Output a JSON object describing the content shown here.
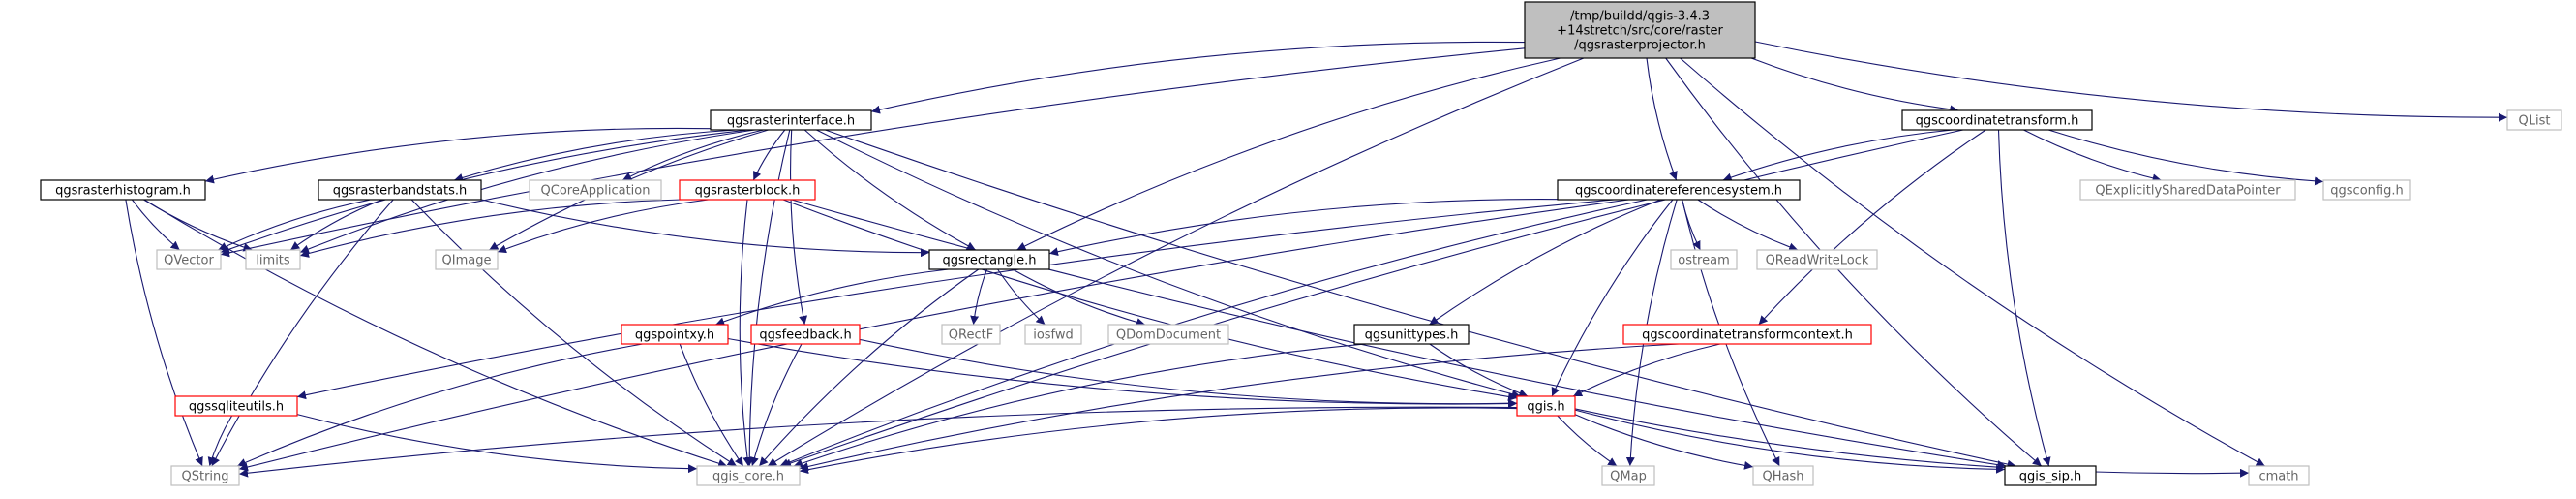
{
  "colors": {
    "edge": "#191970",
    "label_dark": "#000000",
    "label_grey": "#666666",
    "border_black": "#000000",
    "border_red": "#ff0000",
    "border_grey": "#bfbfbf",
    "root_fill": "#bfbfbf"
  },
  "nodes": [
    {
      "id": "root",
      "lines": [
        "/tmp/buildd/qgis-3.4.3",
        "+14stretch/src/core/raster",
        "/qgsrasterprojector.h"
      ],
      "style": "root"
    },
    {
      "id": "rasterinterface",
      "lines": [
        "qgsrasterinterface.h"
      ],
      "style": "black"
    },
    {
      "id": "coordinatetransform",
      "lines": [
        "qgscoordinatetransform.h"
      ],
      "style": "black"
    },
    {
      "id": "qlist",
      "lines": [
        "QList"
      ],
      "style": "grey"
    },
    {
      "id": "rasterhistogram",
      "lines": [
        "qgsrasterhistogram.h"
      ],
      "style": "black"
    },
    {
      "id": "rasterbandstats",
      "lines": [
        "qgsrasterbandstats.h"
      ],
      "style": "black"
    },
    {
      "id": "qcoreapplication",
      "lines": [
        "QCoreApplication"
      ],
      "style": "grey"
    },
    {
      "id": "rasterblock",
      "lines": [
        "qgsrasterblock.h"
      ],
      "style": "red"
    },
    {
      "id": "crs",
      "lines": [
        "qgscoordinatereferencesystem.h"
      ],
      "style": "black"
    },
    {
      "id": "qexplicitly",
      "lines": [
        "QExplicitlySharedDataPointer"
      ],
      "style": "grey"
    },
    {
      "id": "qgsconfig",
      "lines": [
        "qgsconfig.h"
      ],
      "style": "grey"
    },
    {
      "id": "qvector",
      "lines": [
        "QVector"
      ],
      "style": "grey"
    },
    {
      "id": "limits",
      "lines": [
        "limits"
      ],
      "style": "grey"
    },
    {
      "id": "qimage",
      "lines": [
        "QImage"
      ],
      "style": "grey"
    },
    {
      "id": "rectangle",
      "lines": [
        "qgsrectangle.h"
      ],
      "style": "black"
    },
    {
      "id": "ostream",
      "lines": [
        "ostream"
      ],
      "style": "grey"
    },
    {
      "id": "qreadwritelock",
      "lines": [
        "QReadWriteLock"
      ],
      "style": "grey"
    },
    {
      "id": "qrectf",
      "lines": [
        "QRectF"
      ],
      "style": "grey"
    },
    {
      "id": "iosfwd",
      "lines": [
        "iosfwd"
      ],
      "style": "grey"
    },
    {
      "id": "qdomdocument",
      "lines": [
        "QDomDocument"
      ],
      "style": "grey"
    },
    {
      "id": "pointxy",
      "lines": [
        "qgspointxy.h"
      ],
      "style": "red"
    },
    {
      "id": "feedback",
      "lines": [
        "qgsfeedback.h"
      ],
      "style": "red"
    },
    {
      "id": "unittypes",
      "lines": [
        "qgsunittypes.h"
      ],
      "style": "black"
    },
    {
      "id": "transformcontext",
      "lines": [
        "qgscoordinatetransformcontext.h"
      ],
      "style": "red"
    },
    {
      "id": "sqliteutils",
      "lines": [
        "qgssqliteutils.h"
      ],
      "style": "red"
    },
    {
      "id": "qgis",
      "lines": [
        "qgis.h"
      ],
      "style": "red"
    },
    {
      "id": "qstring",
      "lines": [
        "QString"
      ],
      "style": "grey"
    },
    {
      "id": "qgiscore",
      "lines": [
        "qgis_core.h"
      ],
      "style": "grey"
    },
    {
      "id": "qmap",
      "lines": [
        "QMap"
      ],
      "style": "grey"
    },
    {
      "id": "qhash",
      "lines": [
        "QHash"
      ],
      "style": "grey"
    },
    {
      "id": "qgissip",
      "lines": [
        "qgis_sip.h"
      ],
      "style": "black"
    },
    {
      "id": "cmath",
      "lines": [
        "cmath"
      ],
      "style": "grey"
    }
  ],
  "edges": [
    [
      "root",
      "rasterinterface"
    ],
    [
      "root",
      "coordinatetransform"
    ],
    [
      "root",
      "qlist"
    ],
    [
      "root",
      "crs"
    ],
    [
      "root",
      "rectangle"
    ],
    [
      "root",
      "qvector"
    ],
    [
      "root",
      "qgiscore"
    ],
    [
      "root",
      "qgissip"
    ],
    [
      "root",
      "cmath"
    ],
    [
      "rasterinterface",
      "rasterhistogram"
    ],
    [
      "rasterinterface",
      "rasterbandstats"
    ],
    [
      "rasterinterface",
      "qcoreapplication"
    ],
    [
      "rasterinterface",
      "rasterblock"
    ],
    [
      "rasterinterface",
      "qvector"
    ],
    [
      "rasterinterface",
      "limits"
    ],
    [
      "rasterinterface",
      "qimage"
    ],
    [
      "rasterinterface",
      "rectangle"
    ],
    [
      "rasterinterface",
      "feedback"
    ],
    [
      "rasterinterface",
      "qgis"
    ],
    [
      "rasterinterface",
      "qgiscore"
    ],
    [
      "rasterinterface",
      "qgissip"
    ],
    [
      "coordinatetransform",
      "crs"
    ],
    [
      "coordinatetransform",
      "qexplicitly"
    ],
    [
      "coordinatetransform",
      "qgsconfig"
    ],
    [
      "coordinatetransform",
      "transformcontext"
    ],
    [
      "coordinatetransform",
      "qgissip"
    ],
    [
      "coordinatetransform",
      "qgiscore"
    ],
    [
      "rasterhistogram",
      "qvector"
    ],
    [
      "rasterhistogram",
      "limits"
    ],
    [
      "rasterhistogram",
      "qstring"
    ],
    [
      "rasterhistogram",
      "qgiscore"
    ],
    [
      "rasterbandstats",
      "qvector"
    ],
    [
      "rasterbandstats",
      "limits"
    ],
    [
      "rasterbandstats",
      "rectangle"
    ],
    [
      "rasterbandstats",
      "qstring"
    ],
    [
      "rasterbandstats",
      "qgiscore"
    ],
    [
      "rasterblock",
      "limits"
    ],
    [
      "rasterblock",
      "qimage"
    ],
    [
      "rasterblock",
      "qgis"
    ],
    [
      "rasterblock",
      "qgiscore"
    ],
    [
      "rasterblock",
      "qgissip"
    ],
    [
      "crs",
      "rectangle"
    ],
    [
      "crs",
      "ostream"
    ],
    [
      "crs",
      "qreadwritelock"
    ],
    [
      "crs",
      "unittypes"
    ],
    [
      "crs",
      "sqliteutils"
    ],
    [
      "crs",
      "qgis"
    ],
    [
      "crs",
      "qstring"
    ],
    [
      "crs",
      "qgiscore"
    ],
    [
      "crs",
      "qmap"
    ],
    [
      "crs",
      "qhash"
    ],
    [
      "rectangle",
      "qrectf"
    ],
    [
      "rectangle",
      "iosfwd"
    ],
    [
      "rectangle",
      "qdomdocument"
    ],
    [
      "rectangle",
      "pointxy"
    ],
    [
      "rectangle",
      "qgiscore"
    ],
    [
      "pointxy",
      "qgis"
    ],
    [
      "pointxy",
      "qstring"
    ],
    [
      "pointxy",
      "qgiscore"
    ],
    [
      "feedback",
      "qgis"
    ],
    [
      "feedback",
      "qgiscore"
    ],
    [
      "unittypes",
      "qgis"
    ],
    [
      "unittypes",
      "qgiscore"
    ],
    [
      "transformcontext",
      "qgis"
    ],
    [
      "transformcontext",
      "qgiscore"
    ],
    [
      "sqliteutils",
      "qstring"
    ],
    [
      "sqliteutils",
      "qgiscore"
    ],
    [
      "qgis",
      "qstring"
    ],
    [
      "qgis",
      "qgiscore"
    ],
    [
      "qgis",
      "qmap"
    ],
    [
      "qgis",
      "qhash"
    ],
    [
      "qgis",
      "qgissip"
    ],
    [
      "qgis",
      "cmath"
    ]
  ]
}
